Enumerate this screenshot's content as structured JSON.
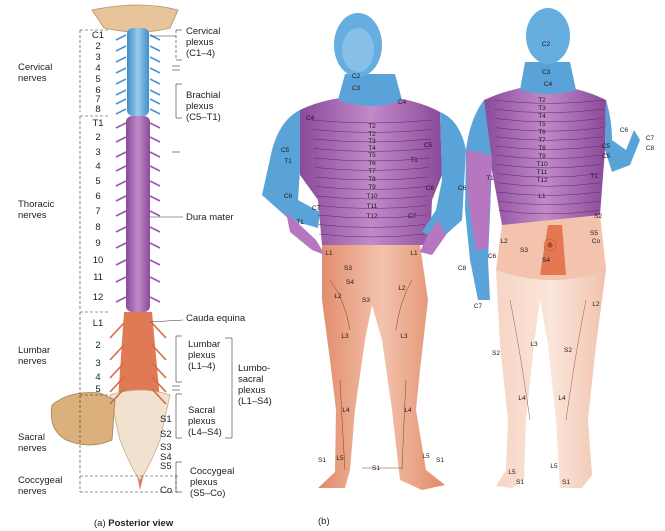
{
  "panel_a": {
    "caption_prefix": "(a)",
    "caption_bold": "Posterior view",
    "left_groups": [
      {
        "text": [
          "Cervical",
          "nerves"
        ]
      },
      {
        "text": [
          "Thoracic",
          "nerves"
        ]
      },
      {
        "text": [
          "Lumbar",
          "nerves"
        ]
      },
      {
        "text": [
          "Sacral",
          "nerves"
        ]
      },
      {
        "text": [
          "Coccygeal",
          "nerves"
        ]
      }
    ],
    "segments": [
      "C1",
      "2",
      "3",
      "4",
      "5",
      "6",
      "7",
      "8",
      "T1",
      "2",
      "3",
      "4",
      "5",
      "6",
      "7",
      "8",
      "9",
      "10",
      "11",
      "12",
      "L1",
      "2",
      "3",
      "4",
      "5",
      "S1",
      "S2",
      "S3",
      "S4",
      "S5",
      "Co"
    ],
    "right_labels": [
      {
        "text": [
          "Cervical",
          "plexus",
          "(C1–4)"
        ]
      },
      {
        "text": [
          "Brachial",
          "plexus",
          "(C5–T1)"
        ]
      },
      {
        "text": [
          "Dura mater"
        ]
      },
      {
        "text": [
          "Cauda equina"
        ]
      },
      {
        "text": [
          "Lumbar",
          "plexus",
          "(L1–4)"
        ]
      },
      {
        "text": [
          "Sacral",
          "plexus",
          "(L4–S4)"
        ]
      },
      {
        "text": [
          "Lumbo-",
          "sacral",
          "plexus",
          "(L1–S4)"
        ]
      },
      {
        "text": [
          "Coccygeal",
          "plexus",
          "(S5–Co)"
        ]
      }
    ]
  },
  "panel_b": {
    "caption": "(b)",
    "anterior_labels": [
      "C2",
      "C3",
      "C4",
      "C4",
      "C5",
      "C5",
      "T1",
      "T1",
      "C6",
      "C6",
      "C7",
      "C7",
      "T1",
      "T2",
      "T2",
      "T3",
      "T4",
      "T5",
      "T6",
      "T7",
      "T8",
      "T9",
      "T10",
      "T11",
      "T12",
      "L1",
      "L1",
      "S3",
      "S4",
      "S3",
      "L2",
      "L2",
      "L3",
      "L3",
      "L4",
      "L4",
      "L5",
      "L5",
      "S1",
      "S1",
      "S1"
    ],
    "posterior_labels": [
      "C2",
      "C3",
      "C4",
      "T2",
      "T3",
      "T4",
      "T5",
      "T6",
      "T7",
      "T8",
      "T9",
      "T10",
      "T11",
      "T12",
      "L1",
      "C5",
      "C6",
      "C7",
      "C8",
      "C5",
      "T1",
      "C6",
      "T1",
      "S2",
      "S5",
      "Co",
      "L2",
      "S3",
      "S4",
      "C6",
      "C8",
      "C7",
      "L2",
      "L3",
      "S2",
      "S2",
      "L4",
      "L4",
      "L5",
      "L5",
      "S1",
      "S1"
    ]
  },
  "colors": {
    "cervical": "#5aa3d8",
    "thoracic": "#a55ab0",
    "lumbar": "#e07a55",
    "sacral": "#f2c6b2",
    "bone": "#e7c7a0",
    "skin": "#e6a98c"
  }
}
